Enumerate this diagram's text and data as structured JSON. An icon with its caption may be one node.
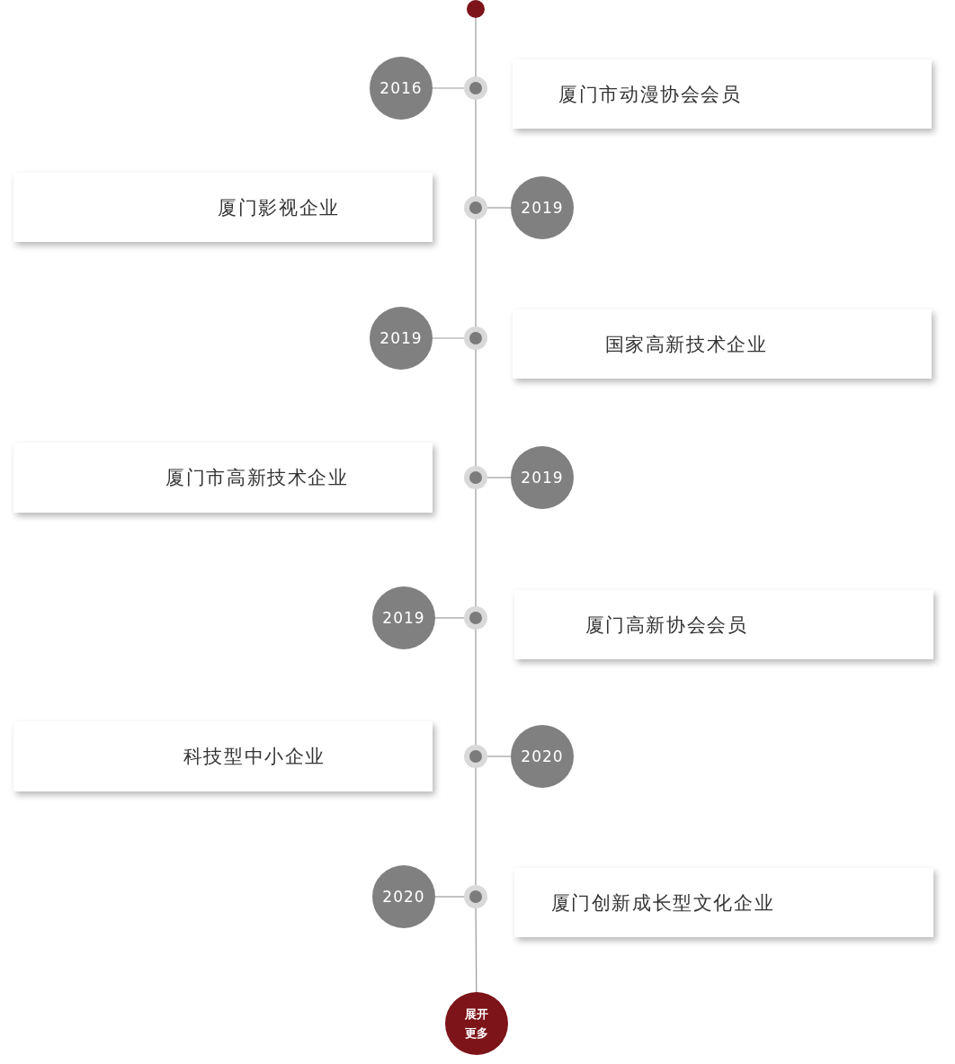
{
  "diagram": {
    "nodes": [
      {
        "text": [],
        "shape": "circle"
      },
      {
        "text": [
          "2016"
        ]
      },
      {
        "text": [],
        "shape": "circle"
      },
      {
        "text": [
          "厦门市动漫协会会员"
        ]
      },
      {
        "text": [
          "厦门影视企业"
        ]
      },
      {
        "text": [],
        "shape": "circle"
      },
      {
        "text": [
          "2019"
        ]
      },
      {
        "text": [
          "2019"
        ]
      },
      {
        "text": [],
        "shape": "circle"
      },
      {
        "text": [
          "国家高新技术企业"
        ]
      },
      {
        "text": [
          "厦门市高新技术企业"
        ]
      },
      {
        "text": [],
        "shape": "circle"
      },
      {
        "text": [
          "2019"
        ]
      },
      {
        "text": [
          "2019"
        ]
      },
      {
        "text": [],
        "shape": "circle"
      },
      {
        "text": [
          "厦门高新协会会员"
        ]
      },
      {
        "text": [
          "科技型中小企业"
        ]
      },
      {
        "text": [],
        "shape": "circle"
      },
      {
        "text": [
          "2020"
        ]
      },
      {
        "text": [
          "2020"
        ]
      },
      {
        "text": [],
        "shape": "circle"
      },
      {
        "text": [
          "厦门创新成长型文化企业"
        ]
      },
      {
        "text": [
          "展开更多"
        ]
      }
    ],
    "edges": [
      {
        "from": 0,
        "to": 2,
        "arrow": "none"
      },
      {
        "from": 2,
        "to": 5,
        "arrow": "none"
      },
      {
        "from": 5,
        "to": 8,
        "arrow": "none"
      },
      {
        "from": 8,
        "to": 11,
        "arrow": "none"
      },
      {
        "from": 11,
        "to": 14,
        "arrow": "none"
      },
      {
        "from": 14,
        "to": 17,
        "arrow": "none"
      },
      {
        "from": 17,
        "to": 20,
        "arrow": "none"
      },
      {
        "from": 20,
        "to": 22,
        "arrow": "none"
      },
      {
        "from": 1,
        "to": 2,
        "arrow": "none"
      },
      {
        "from": 6,
        "to": 5,
        "arrow": "none"
      },
      {
        "from": 7,
        "to": 8,
        "arrow": "none"
      },
      {
        "from": 12,
        "to": 11,
        "arrow": "none"
      },
      {
        "from": 13,
        "to": 14,
        "arrow": "none"
      },
      {
        "from": 18,
        "to": 17,
        "arrow": "none"
      },
      {
        "from": 19,
        "to": 20,
        "arrow": "none"
      }
    ]
  }
}
